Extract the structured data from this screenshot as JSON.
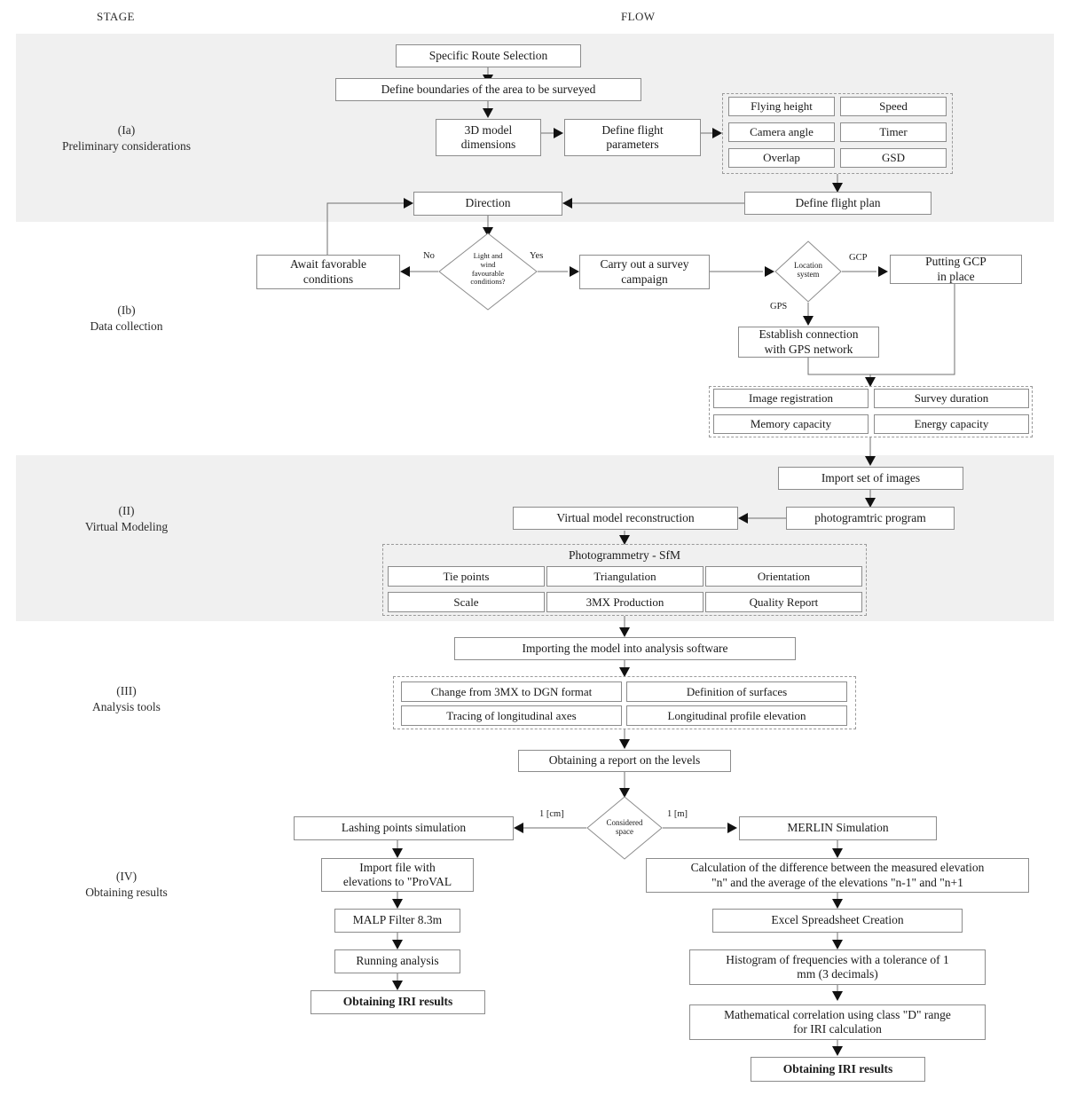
{
  "headers": {
    "stage": "STAGE",
    "flow": "FLOW"
  },
  "stages": [
    {
      "roman": "(Ia)",
      "name": "Preliminary considerations"
    },
    {
      "roman": "(Ib)",
      "name": "Data collection"
    },
    {
      "roman": "(II)",
      "name": "Virtual Modeling"
    },
    {
      "roman": "(III)",
      "name": "Analysis tools"
    },
    {
      "roman": "(IV)",
      "name": "Obtaining results"
    }
  ],
  "nodes": {
    "specific_route": "Specific Route Selection",
    "define_boundaries": "Define boundaries of the area to be surveyed",
    "model_dimensions": "3D model\ndimensions",
    "flight_parameters": "Define flight\nparameters",
    "define_flight_plan": "Define flight plan",
    "direction": "Direction",
    "await_conditions": "Await favorable\nconditions",
    "survey_campaign": "Carry out a survey\ncampaign",
    "putting_gcp": "Putting GCP\nin place",
    "establish_gps": "Establish connection\nwith GPS network",
    "import_images": "Import set of images",
    "photogram_program": "photogramtric program",
    "virtual_model": "Virtual model reconstruction",
    "importing_model": "Importing the model into analysis software",
    "obtaining_report": "Obtaining a report on the levels",
    "lashing_points": "Lashing points simulation",
    "import_file_proval": "Import file with\nelevations to \"ProVAL",
    "malp_filter": "MALP Filter 8.3m",
    "running_analysis": "Running analysis",
    "obtaining_iri_left": "Obtaining IRI results",
    "merlin_simulation": "MERLIN Simulation",
    "calculation_difference": "Calculation of the difference between the measured elevation\n\"n\" and the average of the elevations \"n-1\" and \"n+1",
    "excel_spreadsheet": "Excel Spreadsheet Creation",
    "histogram": "Histogram of frequencies with a tolerance of 1\nmm (3 decimals)",
    "math_correlation": "Mathematical correlation using class \"D\" range\nfor IRI calculation",
    "obtaining_iri_right": "Obtaining IRI results"
  },
  "decisions": {
    "light_wind": "Light and\nwind\nfavourable\nconditions?",
    "location_system": "Location\nsystem",
    "considered_space": "Considered\nspace"
  },
  "edge_labels": {
    "no": "No",
    "yes": "Yes",
    "gcp": "GCP",
    "gps": "GPS",
    "one_cm": "1 [cm]",
    "one_m": "1 [m]"
  },
  "groups": {
    "flight_params": {
      "title": "",
      "items": [
        "Flying height",
        "Speed",
        "Camera angle",
        "Timer",
        "Overlap",
        "GSD"
      ]
    },
    "capacity": {
      "title": "",
      "items": [
        "Image registration",
        "Survey duration",
        "Memory capacity",
        "Energy capacity"
      ]
    },
    "photogrammetry": {
      "title": "Photogrammetry - SfM",
      "items": [
        "Tie points",
        "Triangulation",
        "Orientation",
        "Scale",
        "3MX Production",
        "Quality Report"
      ]
    },
    "analysis": {
      "title": "",
      "items": [
        "Change from 3MX to DGN format",
        "Definition of surfaces",
        "Tracing of longitudinal axes",
        "Longitudinal profile elevation"
      ]
    }
  },
  "colors": {
    "band": "#f0f0f0",
    "box_border": "#8c8c8c",
    "group_border": "#9a9a9a",
    "wire": "#6f6f6f",
    "arrow": "#111111",
    "text": "#1a1a1a",
    "page": "#ffffff"
  }
}
